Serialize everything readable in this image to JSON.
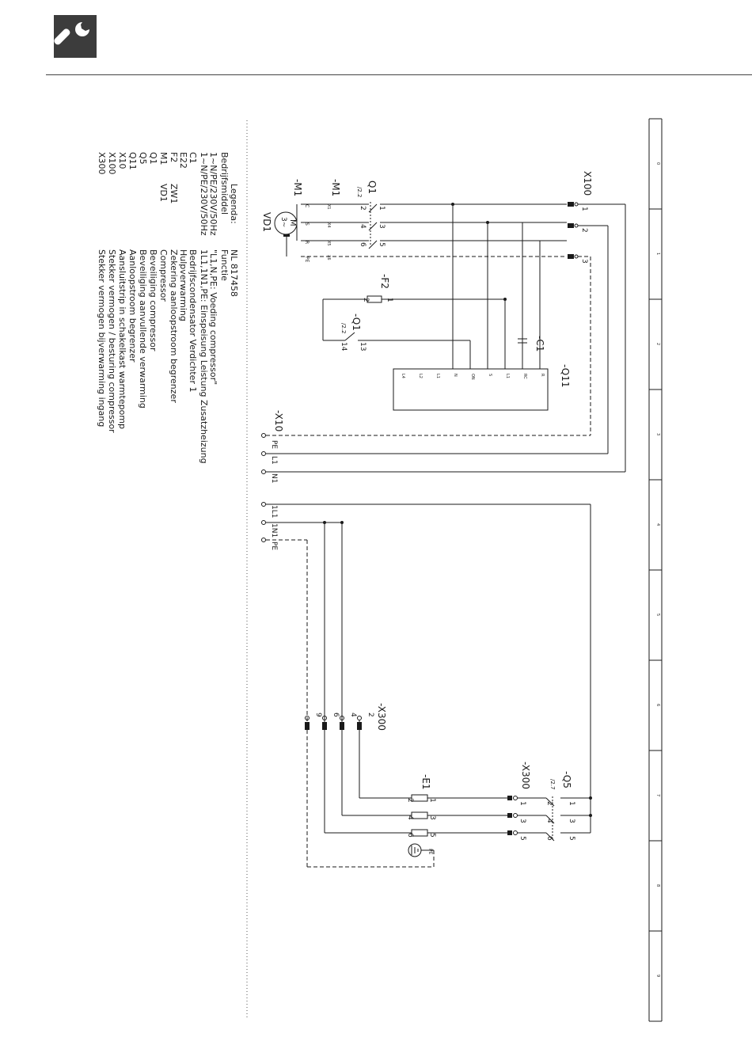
{
  "legend": {
    "heading": "Legenda:",
    "doc_number": "NL 817458",
    "col_left": "Bedrijfsmiddel",
    "col_right": "Functie",
    "rows": [
      {
        "item": "1~N/PE/230V/50Hz",
        "desc": "\"L1,N,PE: Voeding compressor\""
      },
      {
        "item": "1~N/PE/230V/50Hz",
        "desc": "1L1,1N1,PE: Einspeisung Leistung Zusatzheizung"
      },
      {
        "item": "C1",
        "desc": "Bedrijfscondensator Verdichter 1"
      },
      {
        "item": "E22",
        "desc": "Hulpverwarming"
      },
      {
        "item": "F2",
        "tag": "ZW1",
        "desc": "Zekering aanloopstroom begrenzer"
      },
      {
        "item": "M1",
        "tag": "VD1",
        "desc": "Compressor"
      },
      {
        "item": "Q1",
        "desc": "Beveiliging compressor"
      },
      {
        "item": "Q5",
        "desc": "Beveiliging aanvullende verwarming"
      },
      {
        "item": "Q11",
        "desc": "Aanloopstroom begrenzer"
      },
      {
        "item": "X10",
        "desc": "Aansluitstrip in schakelkast warmtepomp"
      },
      {
        "item": "X100",
        "desc": "Stekker vermogen / besturing compressor"
      },
      {
        "item": "X300",
        "desc": "Stekker vermogen bijverwarming ingang"
      }
    ]
  },
  "frame_columns": [
    "0",
    "1",
    "2",
    "3",
    "4",
    "5",
    "6",
    "7",
    "8",
    "9"
  ],
  "components": {
    "x100": "X100",
    "q1": "Q1",
    "q1_ref": "/2.2",
    "m1_a": "-M1",
    "m1_b": "-M1",
    "vd1": "VD1",
    "motor_m": "M",
    "motor_phase": "3~",
    "f2": "-F2",
    "q1_aux": "-Q1",
    "q1_aux_ref": "/2.2",
    "c1": "-C1",
    "q11": "-Q11",
    "x10": "-X10",
    "x300_a": "-X300",
    "e1": "-E1",
    "x300_b": "-X300",
    "q5": "-Q5",
    "q5_ref": "/2.7"
  },
  "pins": {
    "x100": [
      "1",
      "2",
      "3"
    ],
    "q1_top": [
      "1",
      "3",
      "5"
    ],
    "q1_bot": [
      "2",
      "4",
      "6"
    ],
    "m1_term": [
      "C",
      "S",
      "R",
      "PE"
    ],
    "m1_term_b": [
      "X1",
      "X4",
      "X5",
      "X6"
    ],
    "f2": [
      "1",
      "2"
    ],
    "q1_aux": [
      "13",
      "14"
    ],
    "q11": [
      "R",
      "RC",
      "L1",
      "S",
      "ON",
      "N",
      "L1",
      "L2",
      "L4"
    ],
    "x10": [
      "PE",
      "L1",
      "N1"
    ],
    "x10_b": [
      "1L1",
      "1N1",
      "PE"
    ],
    "x300_a": [
      "2",
      "4",
      "6",
      "9"
    ],
    "e1_top": [
      "1",
      "3",
      "5"
    ],
    "e1_bot": [
      "2",
      "4",
      "6"
    ],
    "e1_pe": "PE",
    "x300_b": [
      "1",
      "3",
      "5"
    ],
    "q5_top": [
      "1",
      "3",
      "5"
    ],
    "q5_bot": [
      "2",
      "4",
      "6"
    ]
  }
}
